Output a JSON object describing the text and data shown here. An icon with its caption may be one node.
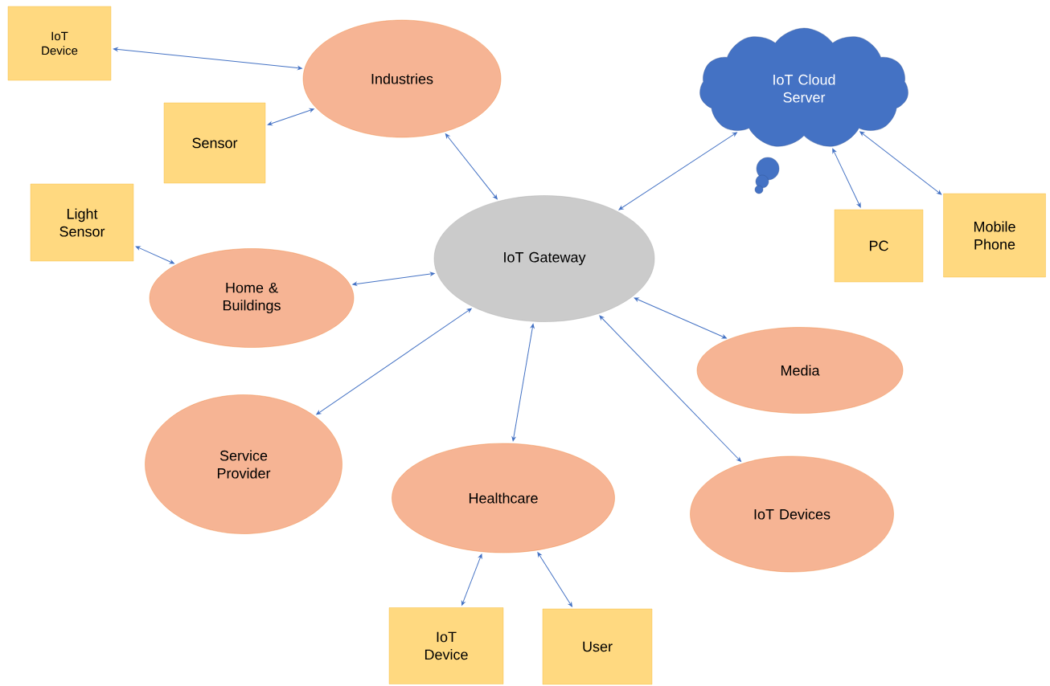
{
  "diagram": {
    "nodes": [
      {
        "text": [
          "IoT Device"
        ]
      },
      {
        "text": [
          "Industries"
        ]
      },
      {
        "text": [
          "IoT Cloud Server"
        ]
      },
      {
        "text": [
          "Sensor"
        ]
      },
      {
        "text": [
          "Light Sensor"
        ]
      },
      {
        "text": [
          "IoT Gateway"
        ]
      },
      {
        "text": [
          "PC"
        ]
      },
      {
        "text": [
          "Mobile Phone"
        ]
      },
      {
        "text": [
          "Home & Buildings"
        ]
      },
      {
        "text": [
          "Media"
        ]
      },
      {
        "text": [
          "Service Provider"
        ]
      },
      {
        "text": [
          "Healthcare"
        ]
      },
      {
        "text": [
          "IoT Devices"
        ]
      },
      {
        "text": [
          "IoT Device"
        ]
      },
      {
        "text": [
          "User"
        ]
      }
    ],
    "edges": [
      {
        "from": 0,
        "to": 1,
        "arrow": "both"
      },
      {
        "from": 3,
        "to": 1,
        "arrow": "both"
      },
      {
        "from": 1,
        "to": 5,
        "arrow": "both"
      },
      {
        "from": 5,
        "to": 2,
        "arrow": "both"
      },
      {
        "from": 2,
        "to": 6,
        "arrow": "both"
      },
      {
        "from": 2,
        "to": 7,
        "arrow": "both"
      },
      {
        "from": 4,
        "to": 8,
        "arrow": "both"
      },
      {
        "from": 8,
        "to": 5,
        "arrow": "both"
      },
      {
        "from": 10,
        "to": 5,
        "arrow": "both"
      },
      {
        "from": 11,
        "to": 5,
        "arrow": "both"
      },
      {
        "from": 9,
        "to": 5,
        "arrow": "both"
      },
      {
        "from": 12,
        "to": 5,
        "arrow": "both"
      },
      {
        "from": 11,
        "to": 13,
        "arrow": "both"
      },
      {
        "from": 11,
        "to": 14,
        "arrow": "both"
      }
    ]
  }
}
